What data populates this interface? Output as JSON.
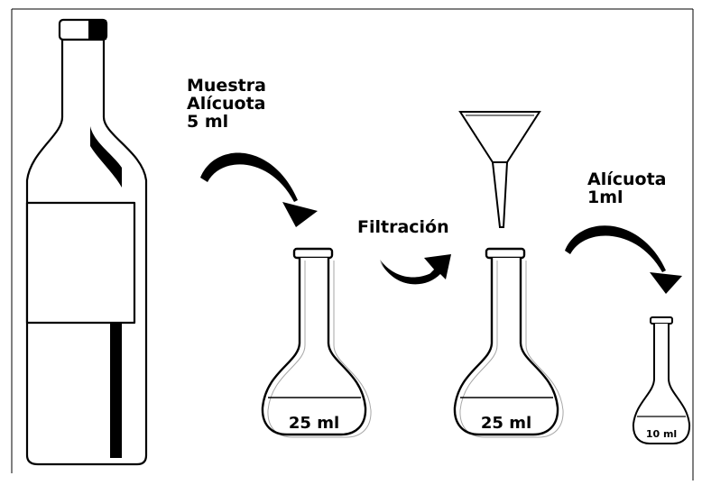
{
  "labels": {
    "step1_line1": "Muestra",
    "step1_line2": "Alícuota",
    "step1_line3": "5 ml",
    "step2": "Filtración",
    "step3_line1": "Alícuota",
    "step3_line2": "1ml"
  },
  "flasks": [
    {
      "volume_label": "25 ml"
    },
    {
      "volume_label": "25 ml"
    },
    {
      "volume_label": "10 ml"
    }
  ],
  "colors": {
    "ink": "#000000",
    "paper": "#ffffff"
  }
}
